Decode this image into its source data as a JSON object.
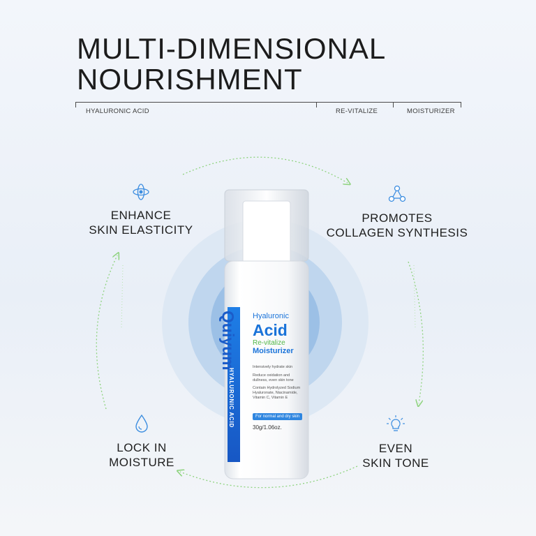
{
  "title": {
    "line1": "MULTI-DIMENSIONAL",
    "line2": "NOURISHMENT"
  },
  "tags": [
    {
      "label": "HYALURONIC ACID"
    },
    {
      "label": "RE-VITALIZE"
    },
    {
      "label": "MOISTURIZER"
    }
  ],
  "features": [
    {
      "icon": "atom-icon",
      "label": "ENHANCE\nSKIN ELASTICITY"
    },
    {
      "icon": "molecule-icon",
      "label": "PROMOTES\nCOLLAGEN SYNTHESIS"
    },
    {
      "icon": "water-drop-icon",
      "label": "LOCK IN\nMOISTURE"
    },
    {
      "icon": "lightbulb-icon",
      "label": "EVEN\nSKIN TONE"
    }
  ],
  "product": {
    "brand": "Quiyum",
    "side_label": "HYALURONIC ACID",
    "line1": "Hyaluronic",
    "line2": "Acid",
    "line3": "Re-vitalize",
    "line4": "Moisturizer",
    "claim1": "Intensively hydrate skin",
    "claim2": "Reduce oxidation and dullness, even skin tone",
    "claim3": "Contain Hydrolyzed Sodium Hyaluronate, Niacinamide, Vitamin C, Vitamin E",
    "badge": "For normal and dry skin",
    "size": "30g/1.06oz."
  },
  "colors": {
    "accent_blue": "#1a73d9",
    "accent_green": "#52b748",
    "icon_blue": "#3b8de0",
    "orbit_green": "#8fd37f"
  }
}
